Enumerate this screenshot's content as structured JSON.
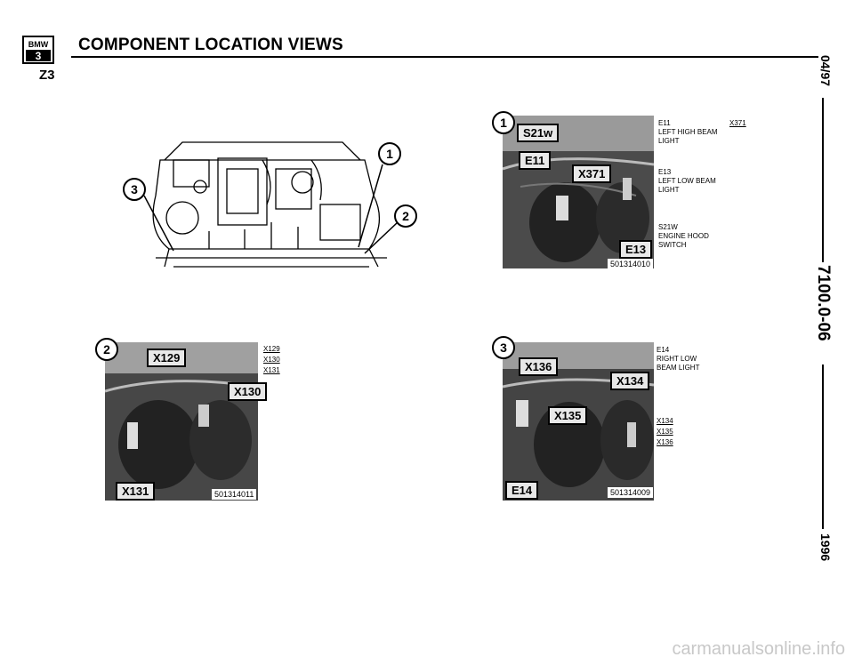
{
  "header": {
    "brand": "BMW",
    "series": "3",
    "model": "Z3",
    "title": "COMPONENT LOCATION VIEWS"
  },
  "side": {
    "date": "04/97",
    "code": "7100.0-06",
    "year": "1996"
  },
  "overview": {
    "callouts": [
      "1",
      "2",
      "3"
    ]
  },
  "view1": {
    "number": "1",
    "labels": {
      "s21w": "S21w",
      "e11": "E11",
      "x371": "X371",
      "e13": "E13"
    },
    "ref": "501314010",
    "legend": [
      {
        "code": "E11",
        "desc": "LEFT HIGH BEAM LIGHT"
      },
      {
        "code": "E13",
        "desc": "LEFT LOW BEAM LIGHT"
      },
      {
        "code": "S21w",
        "desc": "ENGINE HOOD SWITCH"
      }
    ],
    "connectors": [
      "X371"
    ]
  },
  "view2": {
    "number": "2",
    "labels": {
      "x129": "X129",
      "x130": "X130",
      "x131": "X131"
    },
    "ref": "501314011",
    "connectors": [
      "X129",
      "X130",
      "X131"
    ]
  },
  "view3": {
    "number": "3",
    "labels": {
      "x136": "X136",
      "x134": "X134",
      "x135": "X135",
      "e14": "E14"
    },
    "ref": "501314009",
    "legend": [
      {
        "code": "E14",
        "desc": "RIGHT LOW BEAM LIGHT"
      }
    ],
    "connectors": [
      "X134",
      "X135",
      "X136"
    ]
  },
  "footer": "carmanualsonline.info"
}
